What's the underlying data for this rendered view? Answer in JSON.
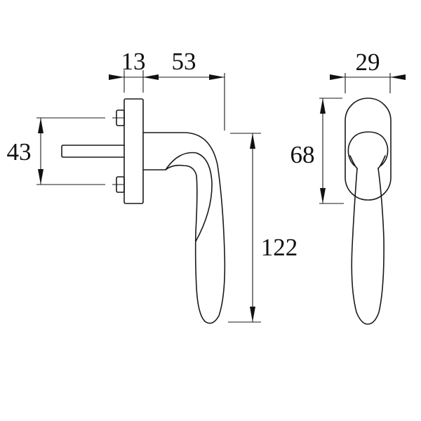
{
  "diagram": {
    "side_view": {
      "dimensions": {
        "rosette_depth": "13",
        "handle_projection": "53",
        "bolt_spacing": "43",
        "handle_length": "122"
      }
    },
    "front_view": {
      "dimensions": {
        "rosette_width": "29",
        "rosette_height": "68"
      }
    },
    "line_color": "#1a1a1a"
  }
}
